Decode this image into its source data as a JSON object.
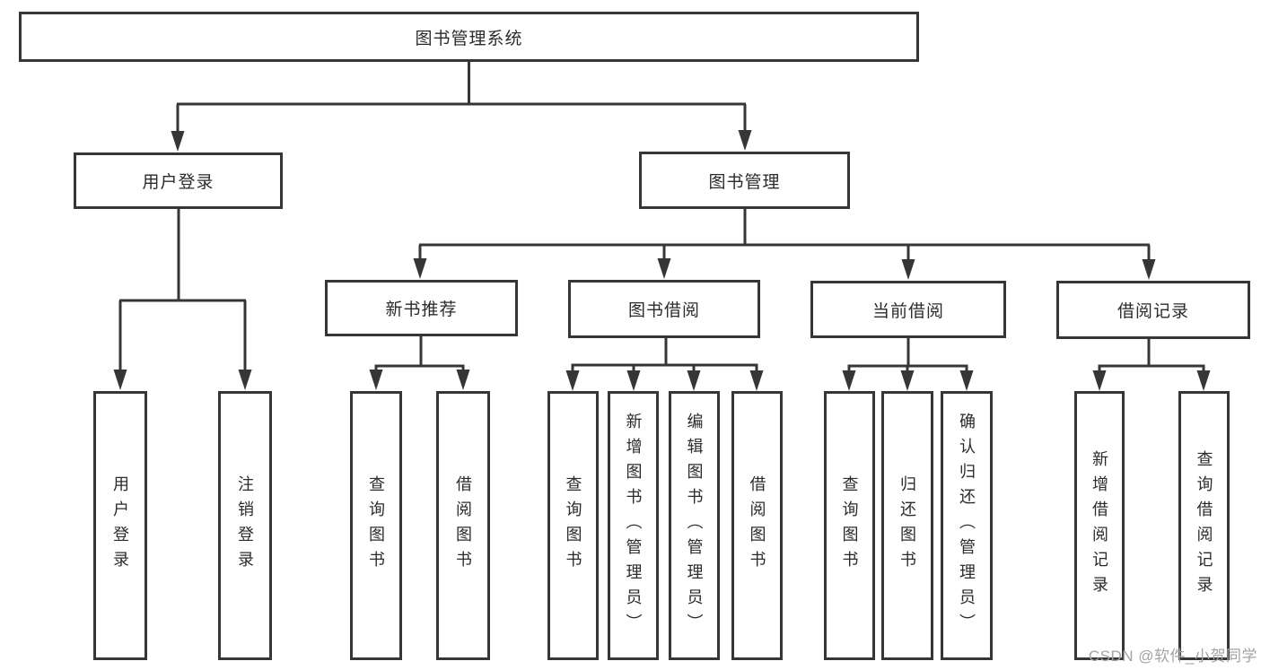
{
  "colors": {
    "line": "#363636",
    "text": "#2b2b2b",
    "watermark": "#a3a3a3",
    "background": "#ffffff"
  },
  "watermark": {
    "text": "CSDN @软件_小贺同学"
  },
  "tree": {
    "label": "图书管理系统",
    "children": [
      {
        "label": "用户登录",
        "children": [
          {
            "label": "用户登录"
          },
          {
            "label": "注销登录"
          }
        ]
      },
      {
        "label": "图书管理",
        "children": [
          {
            "label": "新书推荐",
            "children": [
              {
                "label": "查询图书"
              },
              {
                "label": "借阅图书"
              }
            ]
          },
          {
            "label": "图书借阅",
            "children": [
              {
                "label": "查询图书"
              },
              {
                "label": "新增图书（管理员）"
              },
              {
                "label": "编辑图书（管理员）"
              },
              {
                "label": "借阅图书"
              }
            ]
          },
          {
            "label": "当前借阅",
            "children": [
              {
                "label": "查询图书"
              },
              {
                "label": "归还图书"
              },
              {
                "label": "确认归还（管理员）"
              }
            ]
          },
          {
            "label": "借阅记录",
            "children": [
              {
                "label": "新增借阅记录"
              },
              {
                "label": "查询借阅记录"
              }
            ]
          }
        ]
      }
    ]
  }
}
